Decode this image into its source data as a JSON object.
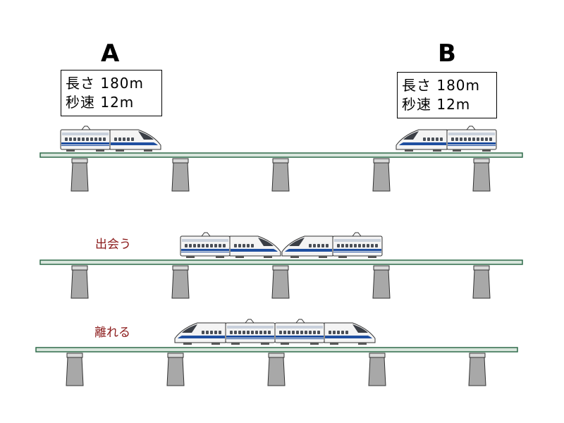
{
  "train_a": {
    "letter": "A",
    "length_line": "長さ 180m",
    "speed_line": "秒速 12m"
  },
  "train_b": {
    "letter": "B",
    "length_line": "長さ 180m",
    "speed_line": "秒速 12m"
  },
  "stages": {
    "meet_label": "出会う",
    "leave_label": "離れる"
  },
  "colors": {
    "track": "#2f6b4a",
    "pillar": "#a8a8a8",
    "label": "#8b1a1a",
    "train_stripe": "#1f4fa0"
  }
}
